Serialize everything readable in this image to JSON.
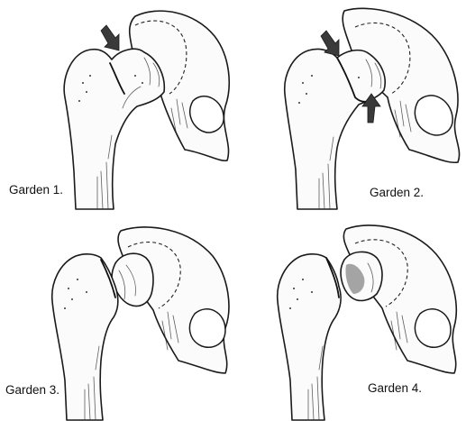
{
  "panels": [
    {
      "id": 1,
      "caption": "Garden 1.",
      "arrows": [
        "head-notch"
      ]
    },
    {
      "id": 2,
      "caption": "Garden 2.",
      "arrows": [
        "head-notch",
        "inferior-neck"
      ]
    },
    {
      "id": 3,
      "caption": "Garden 3.",
      "arrows": []
    },
    {
      "id": 4,
      "caption": "Garden 4.",
      "arrows": []
    }
  ],
  "colors": {
    "ink": "#1a1a1a",
    "bone": "#fbfbfb",
    "arrow": "#3a3a3a",
    "background": "#ffffff"
  }
}
